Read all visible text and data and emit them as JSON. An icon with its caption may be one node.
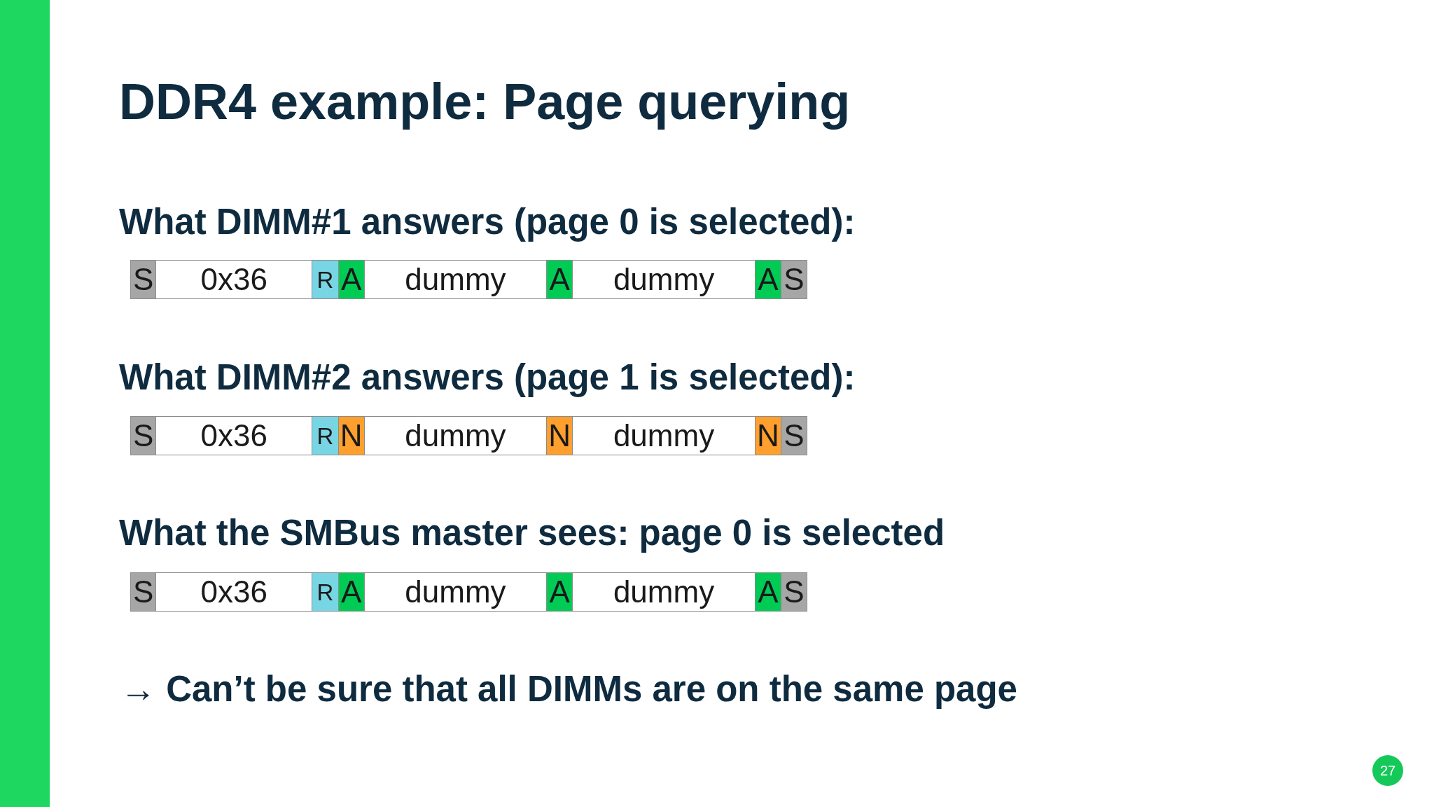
{
  "diagram": {
    "title": "DDR4 example: Page querying",
    "nodes": [
      {
        "text": [
          "S"
        ]
      },
      {
        "text": [
          "0x36"
        ]
      },
      {
        "text": [
          "R"
        ]
      },
      {
        "text": [
          "A"
        ]
      },
      {
        "text": [
          "dummy"
        ]
      },
      {
        "text": [
          "A"
        ]
      },
      {
        "text": [
          "dummy"
        ]
      },
      {
        "text": [
          "A"
        ]
      },
      {
        "text": [
          "S"
        ]
      },
      {
        "text": [
          "S"
        ]
      },
      {
        "text": [
          "0x36"
        ]
      },
      {
        "text": [
          "R"
        ]
      },
      {
        "text": [
          "N"
        ]
      },
      {
        "text": [
          "dummy"
        ]
      },
      {
        "text": [
          "N"
        ]
      },
      {
        "text": [
          "dummy"
        ]
      },
      {
        "text": [
          "N"
        ]
      },
      {
        "text": [
          "S"
        ]
      },
      {
        "text": [
          "S"
        ]
      },
      {
        "text": [
          "0x36"
        ]
      },
      {
        "text": [
          "R"
        ]
      },
      {
        "text": [
          "A"
        ]
      },
      {
        "text": [
          "dummy"
        ]
      },
      {
        "text": [
          "A"
        ]
      },
      {
        "text": [
          "dummy"
        ]
      },
      {
        "text": [
          "A"
        ]
      },
      {
        "text": [
          "S"
        ]
      }
    ],
    "labels": [
      "What DIMM#1 answers (page 0 is selected):",
      "What DIMM#2 answers (page 1 is selected):",
      "What the SMBus master sees: page 0 is selected",
      "→ Can’t be sure that all DIMMs are on the same page",
      "27"
    ]
  }
}
